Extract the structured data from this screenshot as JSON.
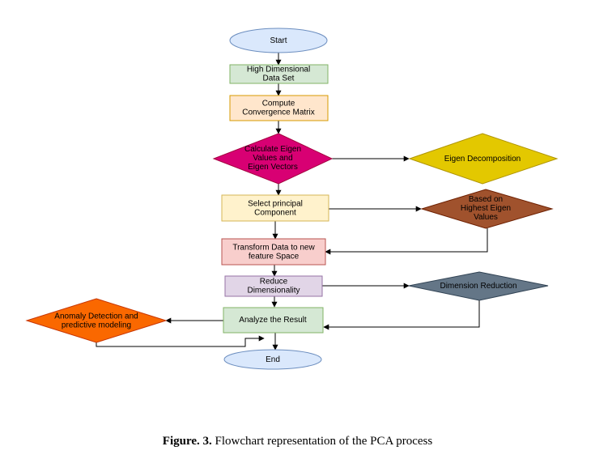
{
  "nodes": {
    "start": {
      "lines": [
        "Start"
      ],
      "fill": "#dae8fc",
      "stroke": "#6c8ebf",
      "text_color": "#000000"
    },
    "high_dim": {
      "lines": [
        "High Dimensional",
        "Data Set"
      ],
      "fill": "#d5e8d4",
      "stroke": "#82b366",
      "text_color": "#000000"
    },
    "covariance": {
      "lines": [
        "Compute",
        "Convergence Matrix"
      ],
      "fill": "#ffe6cc",
      "stroke": "#d79b00",
      "text_color": "#000000"
    },
    "eigen_calc": {
      "lines": [
        "Calculate Eigen",
        "Values and",
        "Eigen Vectors"
      ],
      "fill": "#d80073",
      "stroke": "#a50040",
      "text_color": "#ffffff"
    },
    "eigen_decomp": {
      "lines": [
        "Eigen Decomposition"
      ],
      "fill": "#e3c800",
      "stroke": "#b09500",
      "text_color": "#000000"
    },
    "select_pc": {
      "lines": [
        "Select principal",
        "Component"
      ],
      "fill": "#fff2cc",
      "stroke": "#d6b656",
      "text_color": "#000000"
    },
    "highest_eigen": {
      "lines": [
        "Based on",
        "Highest Eigen",
        "Values"
      ],
      "fill": "#a0522d",
      "stroke": "#6d1f00",
      "text_color": "#ffffff"
    },
    "transform": {
      "lines": [
        "Transform Data to new",
        "feature Space"
      ],
      "fill": "#f8cecc",
      "stroke": "#b85450",
      "text_color": "#000000"
    },
    "reduce": {
      "lines": [
        "Reduce",
        "Dimensionality"
      ],
      "fill": "#e1d5e7",
      "stroke": "#9673a6",
      "text_color": "#000000"
    },
    "dim_reduction": {
      "lines": [
        "Dimension Reduction"
      ],
      "fill": "#647687",
      "stroke": "#314354",
      "text_color": "#ffffff"
    },
    "analyze": {
      "lines": [
        "Analyze the Result"
      ],
      "fill": "#d5e8d4",
      "stroke": "#82b366",
      "text_color": "#000000"
    },
    "anomaly": {
      "lines": [
        "Anomaly Detection and",
        "predictive modeling"
      ],
      "fill": "#fa6800",
      "stroke": "#c73500",
      "text_color": "#000000"
    },
    "end": {
      "lines": [
        "End"
      ],
      "fill": "#dae8fc",
      "stroke": "#6c8ebf",
      "text_color": "#000000"
    }
  },
  "caption": {
    "label": "Figure. 3.",
    "text": " Flowchart representation of the PCA process"
  }
}
